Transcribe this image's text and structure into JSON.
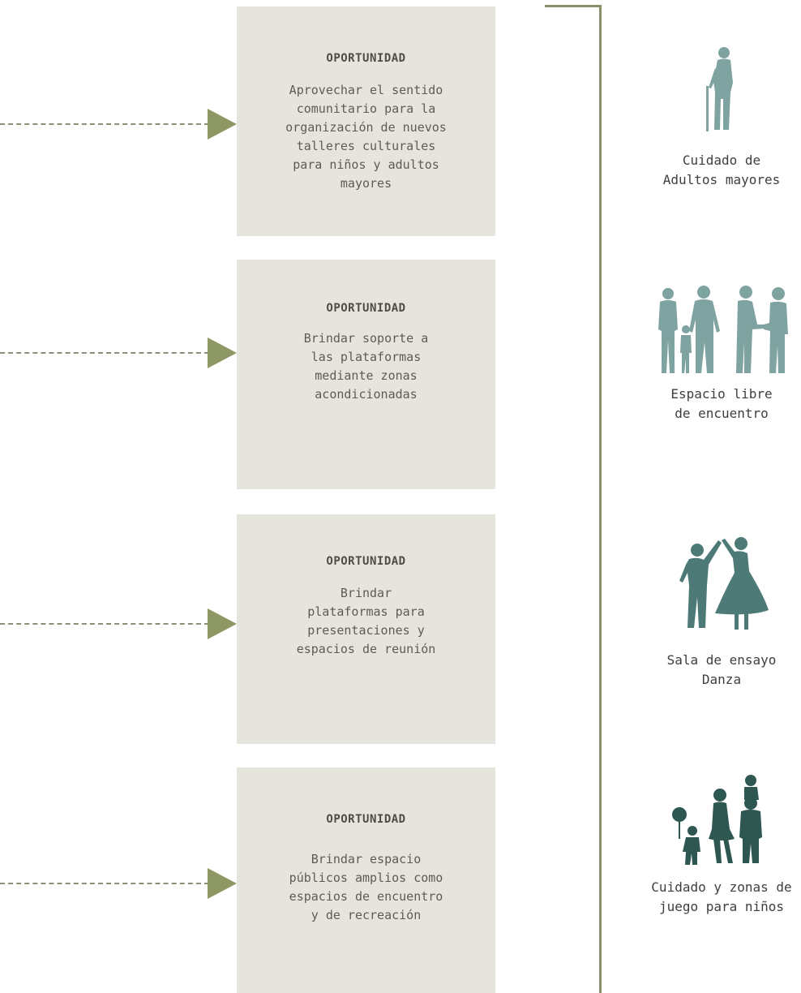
{
  "opportunities": [
    {
      "heading": "OPORTUNIDAD",
      "lines": [
        "Aprovechar el sentido",
        "comunitario para la",
        "organización de  nuevos",
        "talleres culturales",
        "para niños y adultos",
        "mayores"
      ]
    },
    {
      "heading": "OPORTUNIDAD",
      "lines": [
        "Brindar soporte a",
        "las plataformas",
        "mediante zonas",
        "acondicionadas"
      ]
    },
    {
      "heading": "OPORTUNIDAD",
      "lines": [
        "Brindar",
        "plataformas para",
        "presentaciones y",
        "espacios de reunión"
      ]
    },
    {
      "heading": "OPORTUNIDAD",
      "lines": [
        "Brindar espacio",
        "públicos amplios como",
        "espacios de encuentro",
        "y de recreación"
      ]
    }
  ],
  "facilities": [
    {
      "icon": "elderly-person-icon",
      "lines": [
        "Cuidado de",
        "Adultos mayores"
      ]
    },
    {
      "icon": "group-of-people-icon",
      "lines": [
        "Espacio libre",
        "de encuentro"
      ]
    },
    {
      "icon": "dancing-couple-icon",
      "lines": [
        "Sala de ensayo",
        "Danza"
      ]
    },
    {
      "icon": "family-with-children-icon",
      "lines": [
        "Cuidado y zonas de",
        "juego para niños"
      ]
    }
  ],
  "colors": {
    "box_background": "#e6e5dd",
    "arrow": "#8e9864",
    "bracket": "#8a8f6b",
    "silhouette_light": "#7ea3a0",
    "silhouette_mid": "#4d7a76",
    "silhouette_dark": "#2f5752"
  }
}
